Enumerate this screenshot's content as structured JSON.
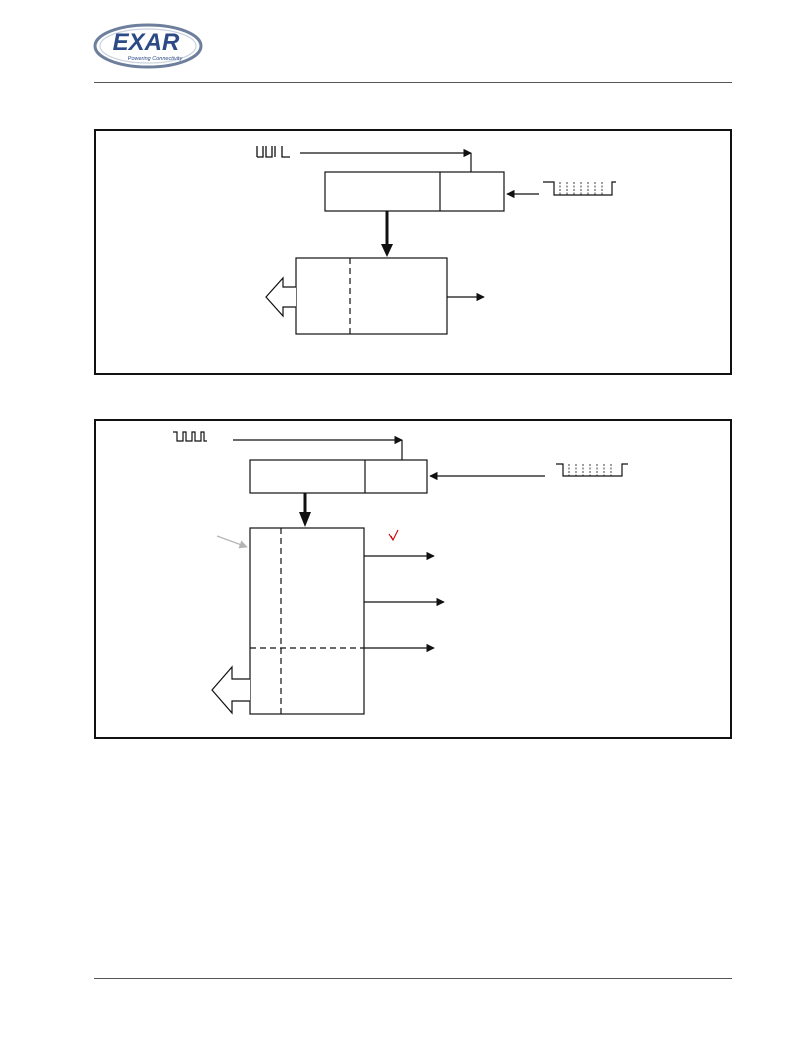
{
  "logo": {
    "wordmark": "EXAR",
    "tagline": "Powering Connectivity",
    "colors": {
      "ring": "#5a6f8f",
      "text": "#2b4a86"
    }
  },
  "header_rule_color": "#555555",
  "diagram_colors": {
    "stroke": "#111111",
    "annotation_red": "#cc0000",
    "pointer_gray": "#b5b5b5"
  },
  "figures": [
    {
      "name": "block-diagram-1",
      "description_visible": false
    },
    {
      "name": "block-diagram-2",
      "description_visible": false
    }
  ]
}
